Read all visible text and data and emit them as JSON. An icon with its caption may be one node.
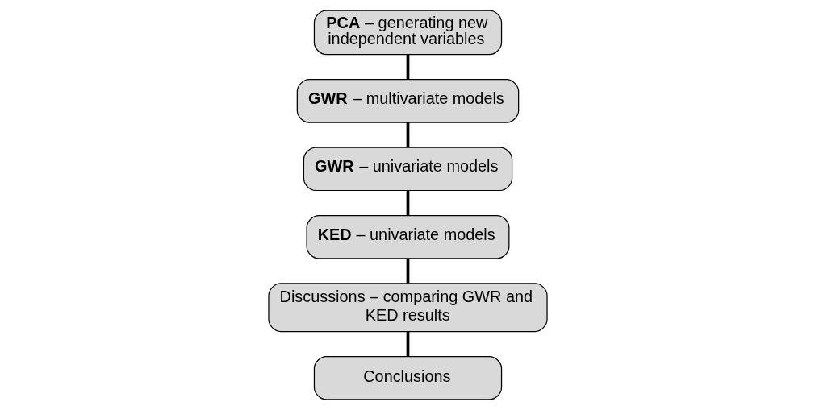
{
  "diagram": {
    "nodes": [
      {
        "text": [
          "**PCA** – generating new independent variables"
        ]
      },
      {
        "text": [
          "**GWR** – multivariate models"
        ]
      },
      {
        "text": [
          "**GWR** – univariate models"
        ]
      },
      {
        "text": [
          "**KED** – univariate models"
        ]
      },
      {
        "text": [
          "Discussions – comparing GWR and KED results"
        ]
      },
      {
        "text": [
          "Conclusions"
        ]
      }
    ],
    "edges": [
      {
        "from": 0,
        "to": 1,
        "arrow": "none"
      },
      {
        "from": 1,
        "to": 2,
        "arrow": "none"
      },
      {
        "from": 2,
        "to": 3,
        "arrow": "none"
      },
      {
        "from": 3,
        "to": 4,
        "arrow": "none"
      },
      {
        "from": 4,
        "to": 5,
        "arrow": "none"
      }
    ]
  }
}
